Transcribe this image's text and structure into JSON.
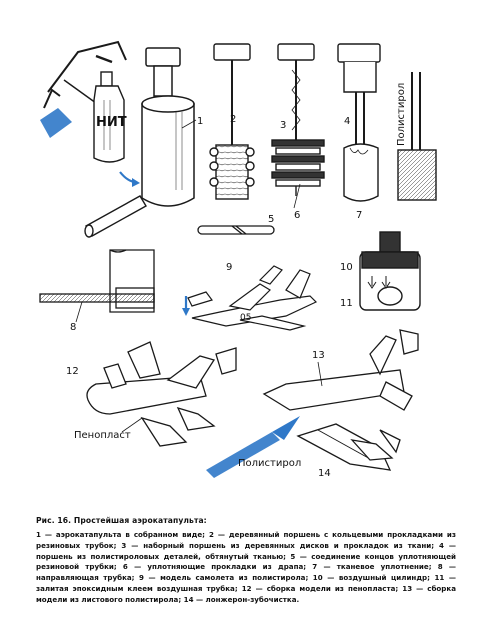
{
  "labels": {
    "n1": "1",
    "n2": "2",
    "n3": "3",
    "n4": "4",
    "n5": "5",
    "n6": "6",
    "n7": "7",
    "n8": "8",
    "n9": "9",
    "n10": "10",
    "n11": "11",
    "n12": "12",
    "n13": "13",
    "n14": "14",
    "polistirol_vertical": "Полистирол",
    "penoplast": "Пенопласт",
    "polistirol_bottom": "Полистирол",
    "bottle_text": "НИТ",
    "model_mark": "05"
  },
  "caption": {
    "title": "Рис. 16. Простейшая аэрокатапульта:",
    "text": "1 — аэрокатапульта в собранном виде; 2 — деревянный поршень с кольцевыми прокладками из резиновых трубок; 3 — наборный поршень из деревянных дисков и прокладок из ткани; 4 — поршень из полистироловых деталей, обтянутый тканью; 5 — соединение концов уплотняющей резиновой трубки; 6 — уплотняющие прокладки из драпа; 7 — тканевое уплотнение; 8 — направляющая трубка; 9 — модель самолета из полистирола; 10 — воздушный цилиндр; 11 — залитая эпоксидным клеем воздушная трубка; 12 — сборка модели из пенопласта; 13 — сборка модели из листового полистирола; 14 — лонжерон-зубочистка."
  },
  "colors": {
    "ink": "#1a1a1a",
    "accent": "#2f78c8",
    "paper": "#ffffff"
  }
}
